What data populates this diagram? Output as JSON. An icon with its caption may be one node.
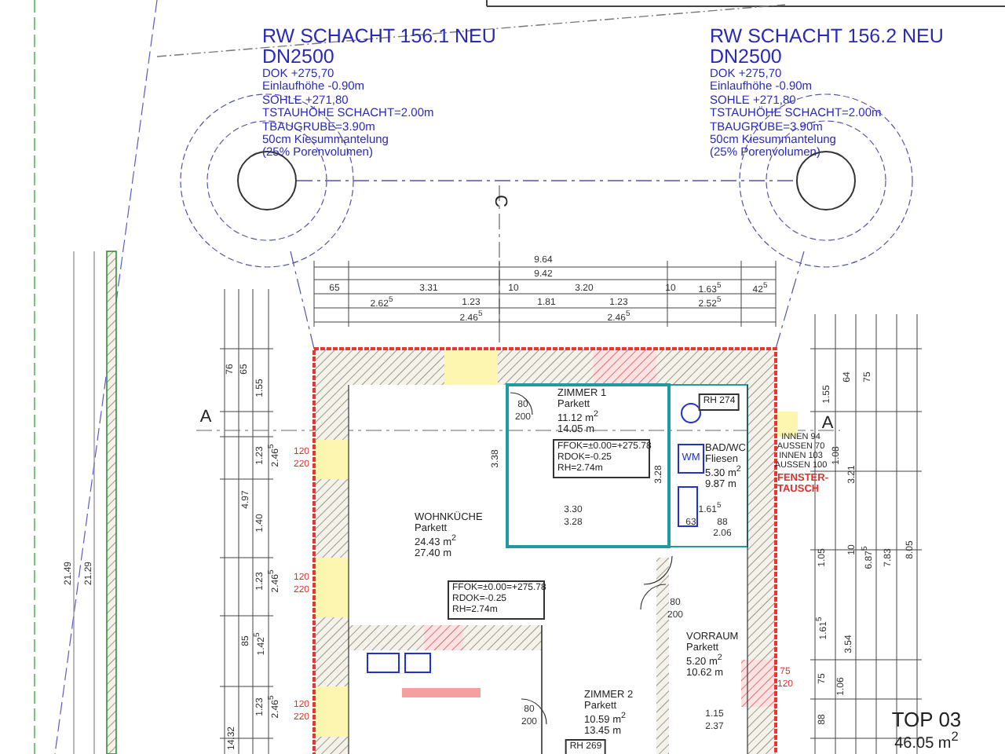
{
  "diagram": {
    "nodes": [
      {
        "text": [],
        "shape": "circle",
        "beside": [
          "RW SCHACHT 156.1 NEU",
          "DN2500",
          "DOK +275,70",
          "Einlaufhöhe -0.90m",
          "SOHLE +271,80",
          "TSTAUHÖHE SCHACHT=2.00m",
          "TBAUGRUBE=3.90m",
          "50cm Kiesummantelung",
          "(25% Porenvolumen)"
        ]
      },
      {
        "text": [],
        "shape": "circle",
        "beside": [
          "RW SCHACHT 156.2 NEU",
          "DN2500",
          "DOK +275,70",
          "Einlaufhöhe -0.90m",
          "SOHLE +271,80",
          "TSTAUHÖHE SCHACHT=2.00m",
          "TBAUGRUBE=3.90m",
          "50cm Kiesummantelung",
          "(25% Porenvolumen)"
        ]
      },
      {
        "text": [
          "ZIMMER 1",
          "Parkett",
          "11.12 m$^{2}$",
          "14.05 m"
        ]
      },
      {
        "text": [
          "BAD/WC",
          "Fliesen",
          "5.30 m$^{2}$",
          "9.87 m"
        ]
      },
      {
        "text": [
          "WOHNKÜCHE",
          "Parkett",
          "24.43 m$^{2}$",
          "27.40 m"
        ]
      },
      {
        "text": [
          "VORRAUM",
          "Parkett",
          "5.20 m$^{2}$",
          "10.62 m"
        ]
      },
      {
        "text": [
          "ZIMMER 2",
          "Parkett",
          "10.59 m$^{2}$",
          "13.45 m"
        ]
      }
    ],
    "edges": [
      {
        "from": 0,
        "to": 1,
        "arrow": "none",
        "style": "dashed",
        "color": "#5555aa"
      }
    ],
    "labels": [
      "C",
      "9.64",
      "9.42",
      "65",
      "3.31",
      "10",
      "3.20",
      "10",
      "1.63$^{5}$",
      "42$^{5}$",
      "2.62$^{5}$",
      "1.23",
      "1.81",
      "1.23",
      "2.52$^{5}$",
      "2.46$^{5}$",
      "2.46$^{5}$",
      "76",
      "65",
      "1.55",
      "64",
      "75",
      "1.55",
      "RH 274",
      "80",
      "200",
      "A",
      "A",
      "INNEN 94",
      "AUSSEN 70",
      "INNEN 103",
      "AUSSEN 100",
      "FENSTER-TAUSCH",
      "120",
      "220",
      "1.23",
      "2.46$^{5}$",
      "1.08",
      "3.21",
      "WM",
      "FFOK=±0.00=+275.78 RDOK=-0.25 RH=2.74m",
      "3.38",
      "3.28",
      "4.97",
      "3.30",
      "3.28",
      "1.61$^{5}$",
      "63",
      "88",
      "2.06",
      "1.40",
      "1.05",
      "10",
      "6.87$^{5}$",
      "7.83",
      "8.05",
      "21.49",
      "21.29",
      "120",
      "220",
      "1.23",
      "2.46$^{5}$",
      "FFOK=±0.00=+275.78 RDOK=-0.25 RH=2.74m",
      "80",
      "200",
      "1.61$^{5}$",
      "85",
      "1.42$^{5}$",
      "3.54",
      "75",
      "120",
      "75",
      "1.06",
      "120",
      "220",
      "1.23",
      "2.46$^{5}$",
      "80",
      "200",
      "1.15",
      "2.37",
      "88",
      "TOP 03",
      "14.32",
      "46.05 m$^{2}$",
      "RH 269"
    ]
  }
}
